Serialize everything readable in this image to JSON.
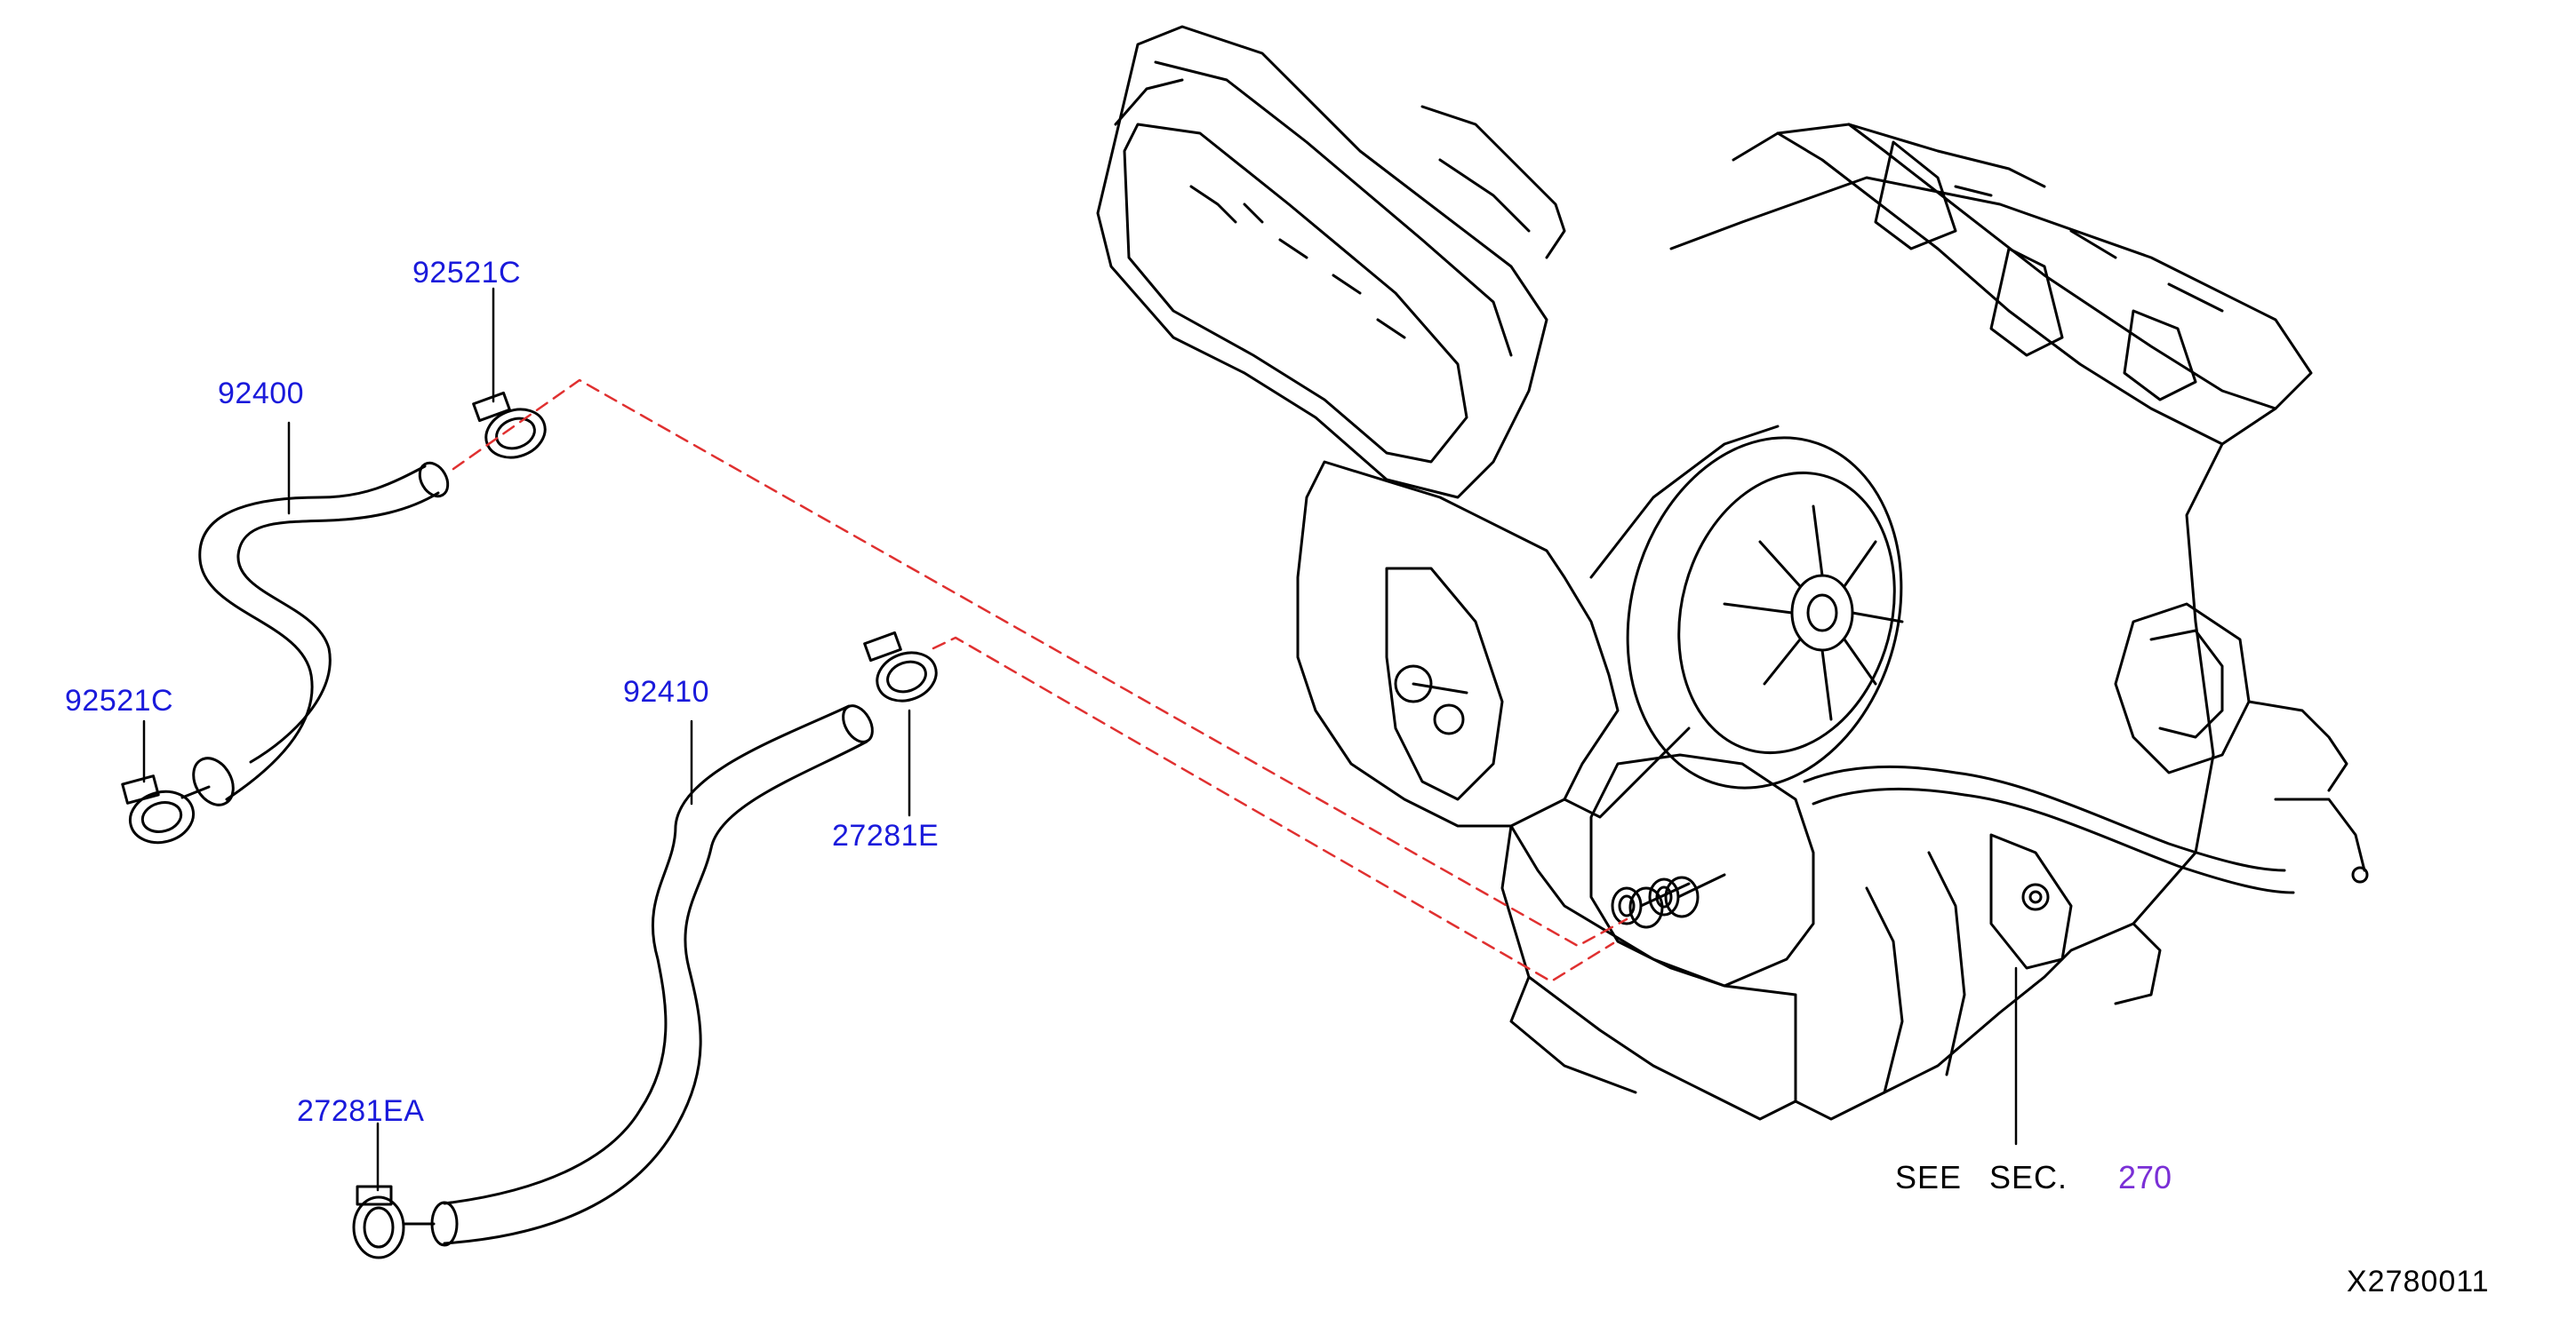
{
  "labels": {
    "p92521c_top": "92521C",
    "p92400": "92400",
    "p92521c_left": "92521C",
    "p92410": "92410",
    "p27281e": "27281E",
    "p27281ea": "27281EA"
  },
  "reference": {
    "see": "SEE",
    "sec": "SEC.",
    "number": "270"
  },
  "diagram_id": "X2780011",
  "colors": {
    "label": "#1a1adb",
    "leader_dash": "#e03030",
    "section_number": "#7a2fd6",
    "line": "#000000"
  }
}
